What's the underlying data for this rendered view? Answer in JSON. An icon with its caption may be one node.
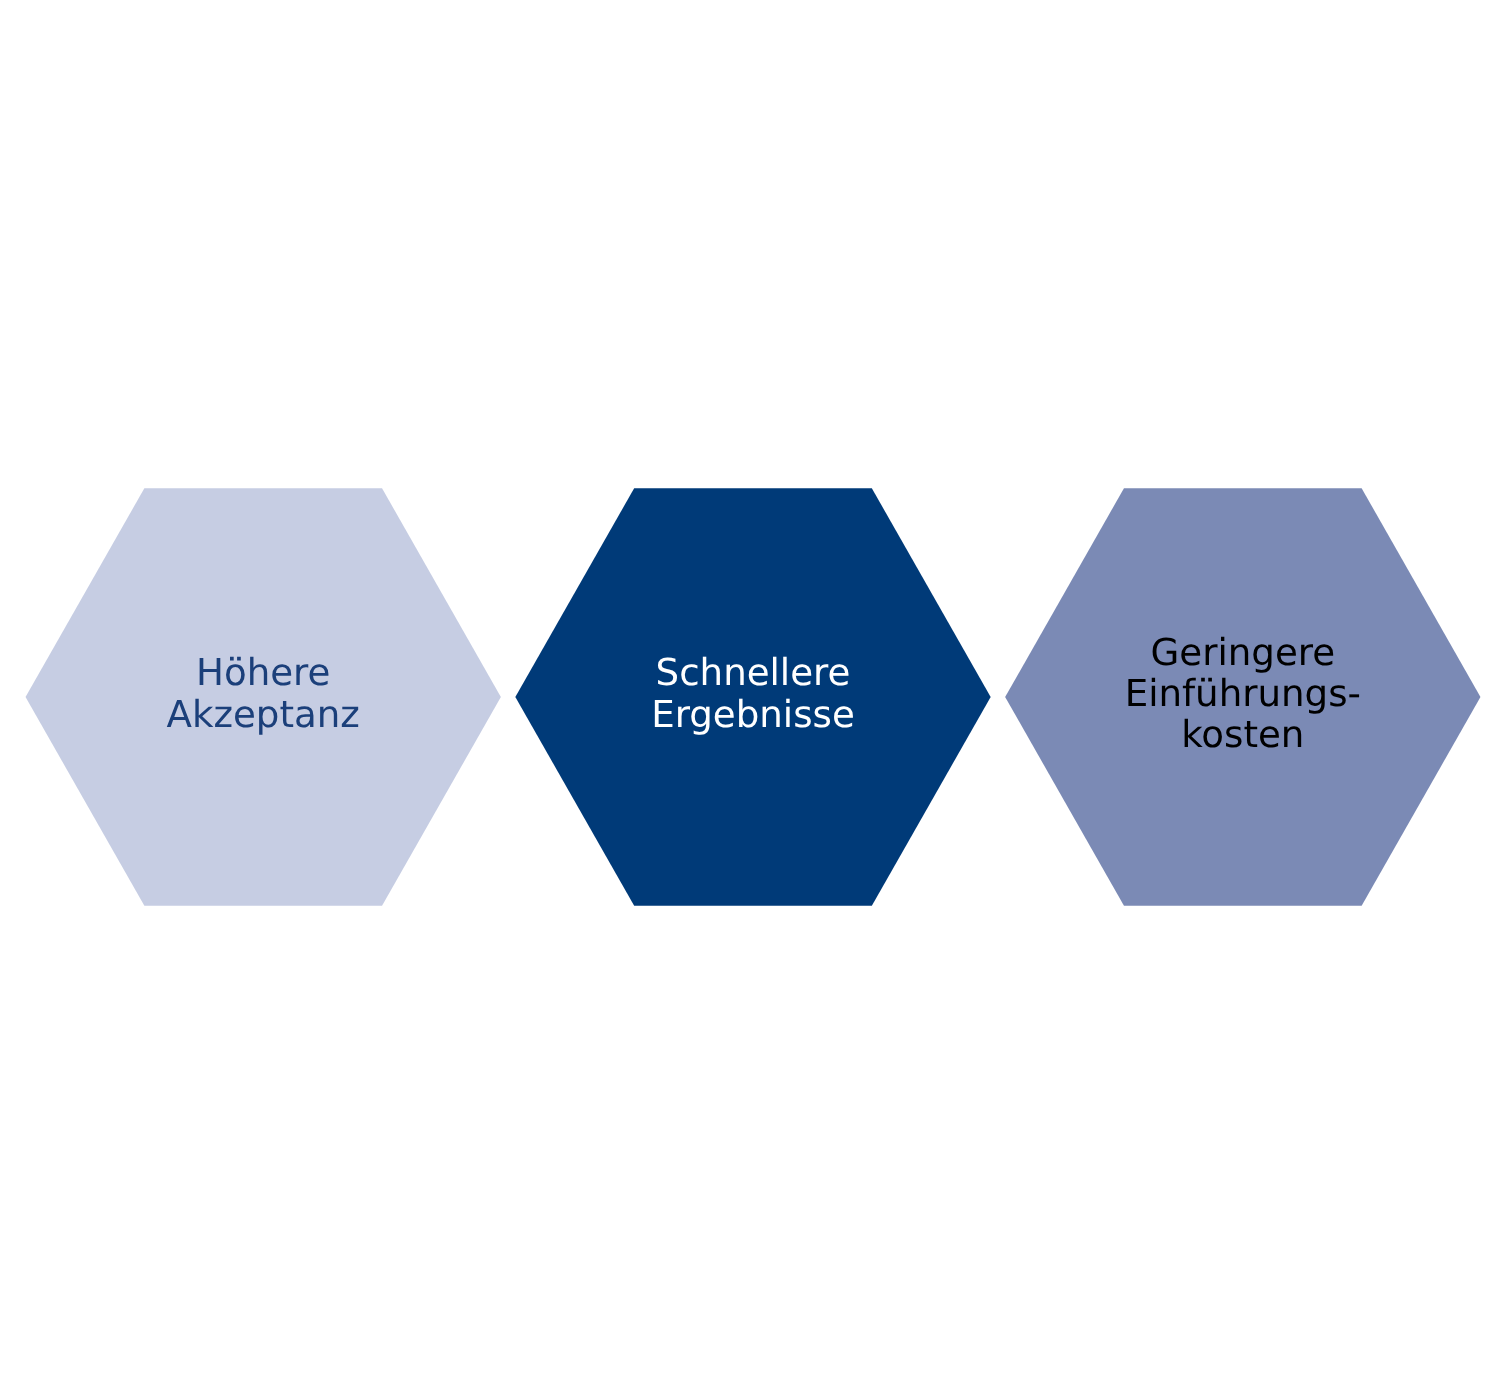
{
  "diagram": {
    "nodes": [
      {
        "text": [
          "Höhere Akzeptanz"
        ]
      },
      {
        "text": [
          "Schnellere Ergebnisse"
        ]
      },
      {
        "text": [
          "Geringere Einführungs- kosten"
        ]
      }
    ]
  }
}
